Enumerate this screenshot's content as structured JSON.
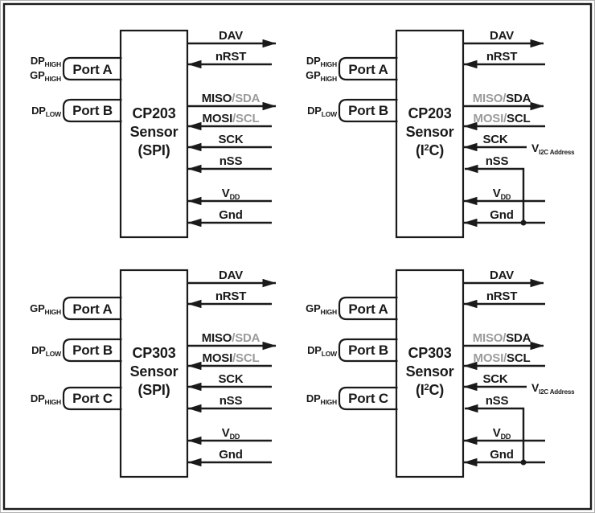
{
  "page": {
    "background": "#ffffff",
    "line_color": "#1a1a1a",
    "muted_color": "#9b9b9b"
  },
  "sensors": [
    {
      "id": "cp203-spi",
      "model": "CP203",
      "kind": "Sensor",
      "iface_pre": "(SPI)",
      "iface_sup": "",
      "iface_post": "",
      "ports": [
        {
          "label": "Port A",
          "pins": [
            {
              "main": "DP",
              "sub": "HIGH"
            },
            {
              "main": "GP",
              "sub": "HIGH"
            }
          ]
        },
        {
          "label": "Port B",
          "pins": [
            {
              "main": "DP",
              "sub": "LOW"
            }
          ]
        }
      ],
      "signals": {
        "dav": "DAV",
        "nrst": "nRST",
        "out_first": "MISO",
        "out_second": "/SDA",
        "in_first": "MOSI",
        "in_second": "/SCL",
        "sck": "SCK",
        "nss": "nSS",
        "vdd_main": "V",
        "vdd_sub": "DD",
        "gnd": "Gnd"
      }
    },
    {
      "id": "cp203-i2c",
      "model": "CP203",
      "kind": "Sensor",
      "iface_pre": "(I",
      "iface_sup": "2",
      "iface_post": "C)",
      "ports": [
        {
          "label": "Port A",
          "pins": [
            {
              "main": "DP",
              "sub": "HIGH"
            },
            {
              "main": "GP",
              "sub": "HIGH"
            }
          ]
        },
        {
          "label": "Port B",
          "pins": [
            {
              "main": "DP",
              "sub": "LOW"
            }
          ]
        }
      ],
      "signals": {
        "dav": "DAV",
        "nrst": "nRST",
        "out_first": "MISO/",
        "out_second": "SDA",
        "in_first": "MOSI/",
        "in_second": "SCL",
        "sck": "SCK",
        "nss": "nSS",
        "vdd_main": "V",
        "vdd_sub": "DD",
        "gnd": "Gnd",
        "tie_main": "V",
        "tie_sub": "I2C Address"
      }
    },
    {
      "id": "cp303-spi",
      "model": "CP303",
      "kind": "Sensor",
      "iface_pre": "(SPI)",
      "iface_sup": "",
      "iface_post": "",
      "ports": [
        {
          "label": "Port A",
          "pins": [
            {
              "main": "GP",
              "sub": "HIGH"
            }
          ]
        },
        {
          "label": "Port B",
          "pins": [
            {
              "main": "DP",
              "sub": "LOW"
            }
          ]
        },
        {
          "label": "Port C",
          "pins": [
            {
              "main": "DP",
              "sub": "HIGH"
            }
          ]
        }
      ],
      "signals": {
        "dav": "DAV",
        "nrst": "nRST",
        "out_first": "MISO",
        "out_second": "/SDA",
        "in_first": "MOSI",
        "in_second": "/SCL",
        "sck": "SCK",
        "nss": "nSS",
        "vdd_main": "V",
        "vdd_sub": "DD",
        "gnd": "Gnd"
      }
    },
    {
      "id": "cp303-i2c",
      "model": "CP303",
      "kind": "Sensor",
      "iface_pre": "(I",
      "iface_sup": "2",
      "iface_post": "C)",
      "ports": [
        {
          "label": "Port A",
          "pins": [
            {
              "main": "GP",
              "sub": "HIGH"
            }
          ]
        },
        {
          "label": "Port B",
          "pins": [
            {
              "main": "DP",
              "sub": "LOW"
            }
          ]
        },
        {
          "label": "Port C",
          "pins": [
            {
              "main": "DP",
              "sub": "HIGH"
            }
          ]
        }
      ],
      "signals": {
        "dav": "DAV",
        "nrst": "nRST",
        "out_first": "MISO/",
        "out_second": "SDA",
        "in_first": "MOSI/",
        "in_second": "SCL",
        "sck": "SCK",
        "nss": "nSS",
        "vdd_main": "V",
        "vdd_sub": "DD",
        "gnd": "Gnd",
        "tie_main": "V",
        "tie_sub": "I2C Address"
      }
    }
  ]
}
